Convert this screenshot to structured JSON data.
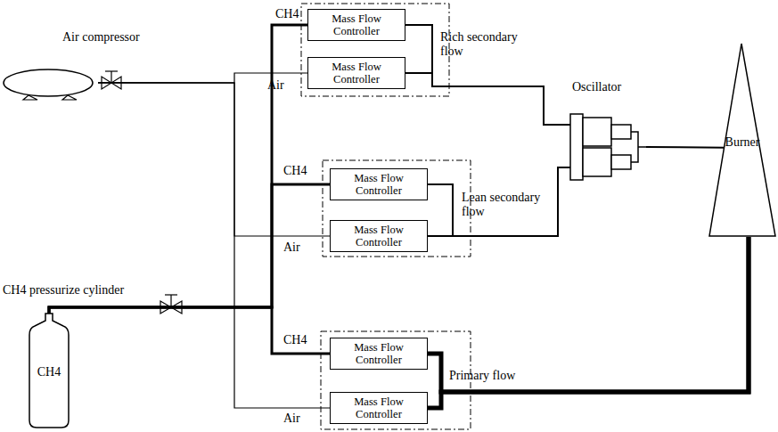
{
  "diagram": {
    "nodes": [
      {
        "text": [
          "Air compressor"
        ]
      },
      {
        "text": [
          "CH4 pressurize cylinder",
          "CH4"
        ]
      },
      {
        "text": [
          "Mass Flow Controller"
        ]
      },
      {
        "text": [
          "Mass Flow Controller"
        ]
      },
      {
        "text": [
          "Mass Flow Controller"
        ]
      },
      {
        "text": [
          "Mass Flow Controller"
        ]
      },
      {
        "text": [
          "Mass Flow Controller"
        ]
      },
      {
        "text": [
          "Mass Flow Controller"
        ]
      },
      {
        "text": [
          "Oscillator"
        ]
      },
      {
        "text": [
          "Burner"
        ]
      }
    ],
    "edges": [
      {
        "from": 0,
        "to": 3,
        "arrow": "none"
      },
      {
        "from": 0,
        "to": 5,
        "arrow": "none"
      },
      {
        "from": 0,
        "to": 7,
        "arrow": "none"
      },
      {
        "from": 1,
        "to": 2,
        "arrow": "none"
      },
      {
        "from": 1,
        "to": 4,
        "arrow": "none"
      },
      {
        "from": 1,
        "to": 6,
        "arrow": "none"
      },
      {
        "from": 2,
        "to": 8,
        "arrow": "none"
      },
      {
        "from": 3,
        "to": 8,
        "arrow": "none"
      },
      {
        "from": 4,
        "to": 8,
        "arrow": "none"
      },
      {
        "from": 5,
        "to": 8,
        "arrow": "none"
      },
      {
        "from": 6,
        "to": 9,
        "arrow": "none"
      },
      {
        "from": 7,
        "to": 9,
        "arrow": "none"
      },
      {
        "from": 8,
        "to": 9,
        "arrow": "none"
      }
    ],
    "labels": [
      "CH4",
      "Air",
      "CH4",
      "Air",
      "CH4",
      "Air",
      "Rich secondary flow",
      "Lean secondary flow",
      "Primary flow"
    ]
  }
}
